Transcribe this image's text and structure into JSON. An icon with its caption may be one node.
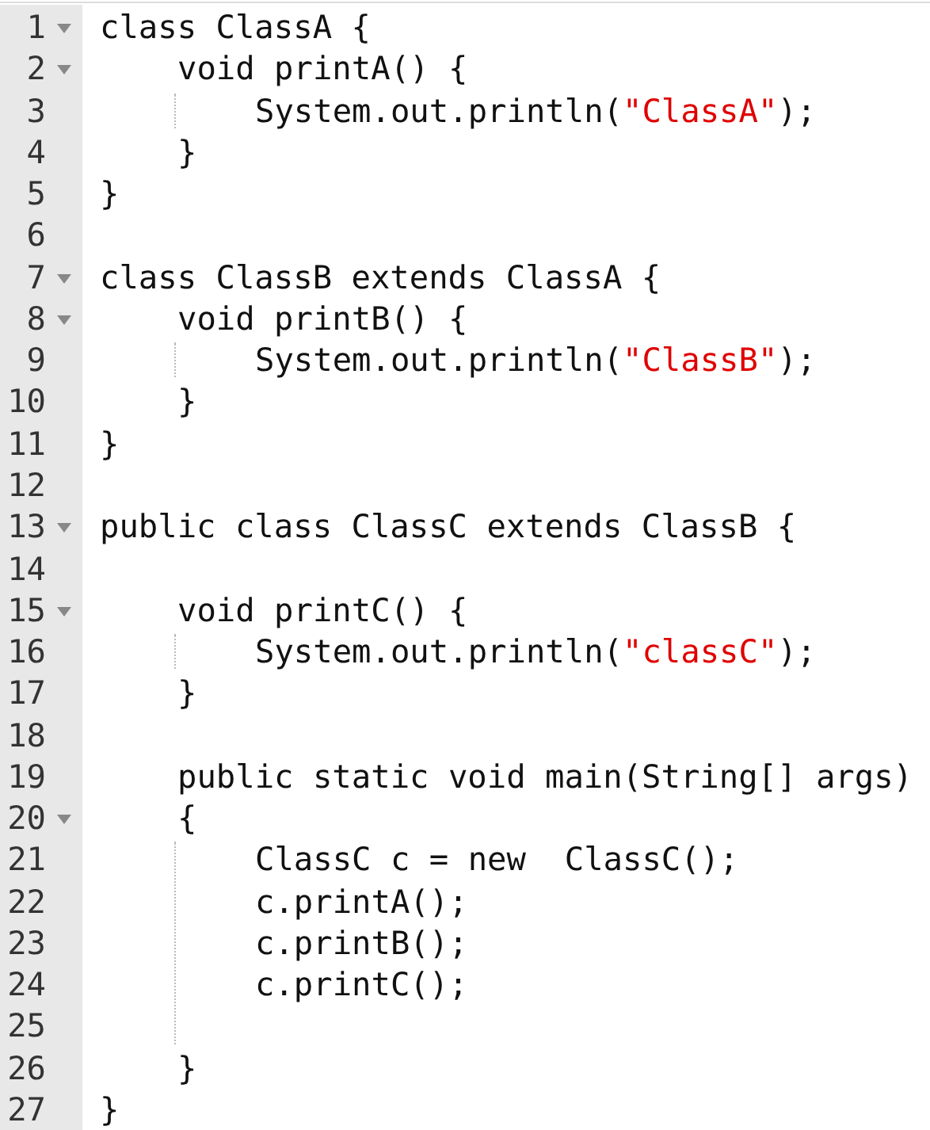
{
  "diagram": {
    "labels": [
      "1",
      "class ClassA {",
      "2",
      "void printA() {",
      "3",
      "System.out.println(\"ClassA\");",
      "4",
      "}",
      "5",
      "}",
      "6",
      "7",
      "class ClassB extends ClassA {",
      "8",
      "void printB() {",
      "9",
      "System.out.println(\"ClassB\");",
      "10",
      "}",
      "11",
      "}",
      "12",
      "13",
      "public class ClassC extends ClassB {",
      "14",
      "15",
      "void printC() {",
      "16",
      "System.out.println(\"classC\");",
      "17",
      "}",
      "18",
      "19",
      "public static void main(String[] args)",
      "20",
      "{",
      "21",
      "ClassC c = new  ClassC();",
      "22",
      "c.printA();",
      "23",
      "c.printB();",
      "24",
      "c.printC();",
      "25",
      "26",
      "}",
      "27",
      "}"
    ]
  }
}
